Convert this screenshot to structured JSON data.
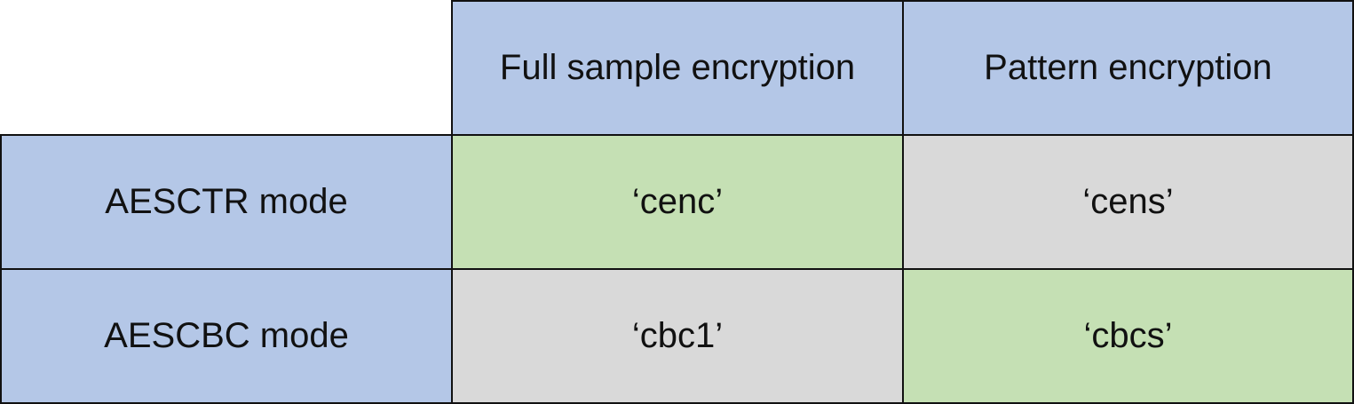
{
  "table": {
    "columns": [
      "Full sample encryption",
      "Pattern encryption"
    ],
    "rows": [
      {
        "label": "AESCTR mode",
        "values": [
          "‘cenc’",
          "‘cens’"
        ]
      },
      {
        "label": "AESCBC mode",
        "values": [
          "‘cbc1’",
          "‘cbcs’"
        ]
      }
    ]
  },
  "colors": {
    "header_bg": "#b4c7e7",
    "highlight_bg": "#c5e0b4",
    "neutral_bg": "#d9d9d9",
    "border": "#111111"
  }
}
